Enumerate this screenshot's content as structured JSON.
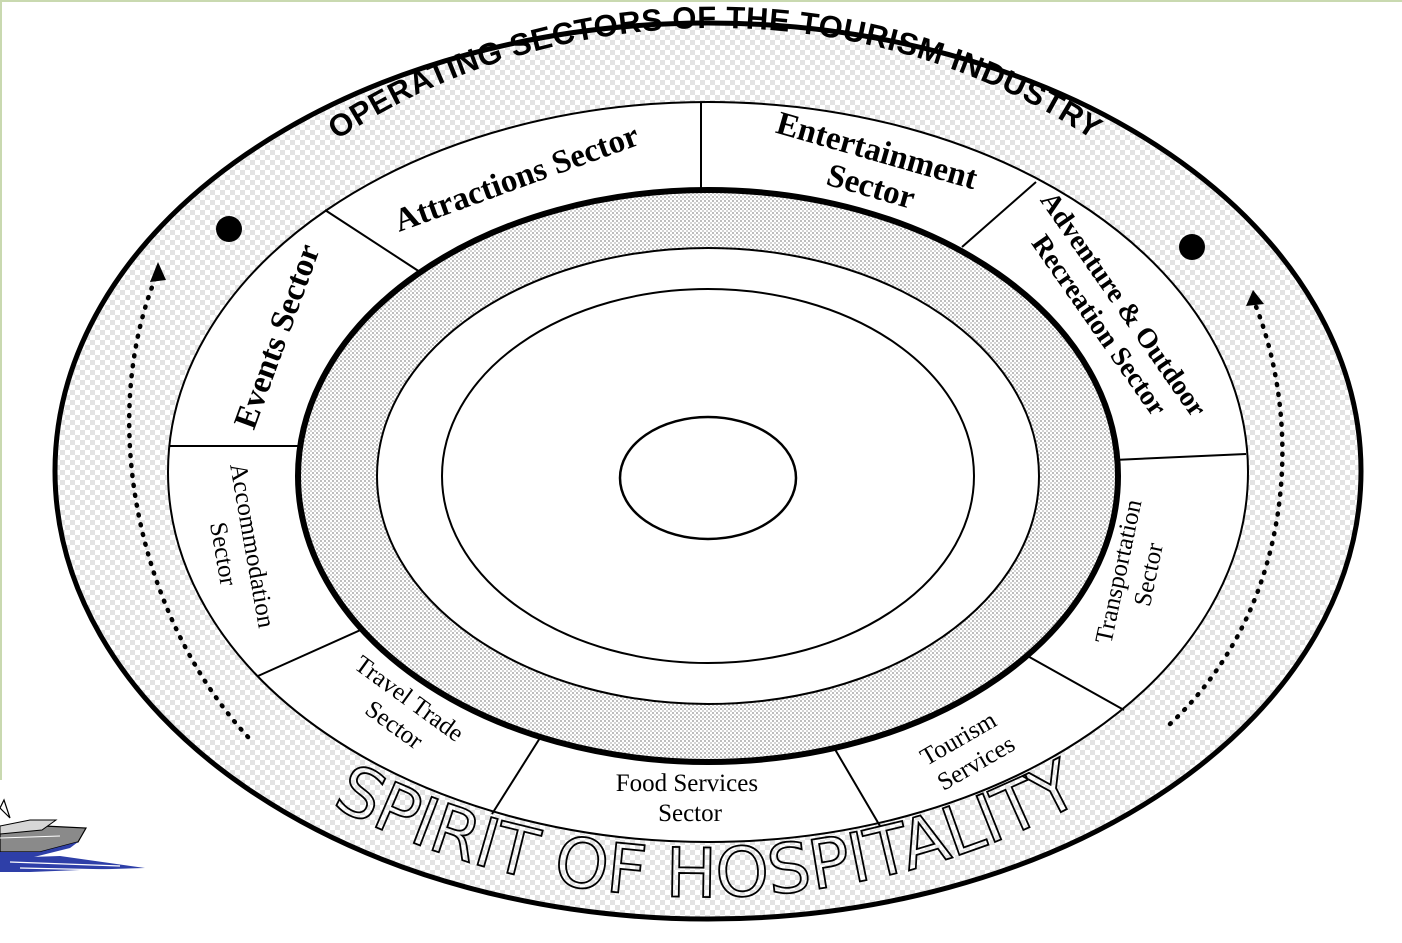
{
  "title": "OPERATING SECTORS OF THE TOURISM INDUSTRY",
  "footer": "SPIRIT OF HOSPITALITY",
  "colors": {
    "ink": "#000000",
    "background": "#ffffff",
    "pattern_light": "#e6e6e6",
    "pattern_dark": "#c9c9c9",
    "frame": "#c9d9b0",
    "boat_hull": "#2e3fa8"
  },
  "sectors": [
    {
      "key": "attractions",
      "lines": [
        "Attractions Sector"
      ]
    },
    {
      "key": "entertainment",
      "lines": [
        "Entertainment",
        "Sector"
      ]
    },
    {
      "key": "adventure",
      "lines": [
        "Adventure & Outdoor",
        "Recreation Sector"
      ]
    },
    {
      "key": "transportation",
      "lines": [
        "Transportation",
        "Sector"
      ]
    },
    {
      "key": "tourism_services",
      "lines": [
        "Tourism",
        "Services"
      ]
    },
    {
      "key": "food_services",
      "lines": [
        "Food Services",
        "Sector"
      ]
    },
    {
      "key": "travel_trade",
      "lines": [
        "Travel Trade",
        "Sector"
      ]
    },
    {
      "key": "accommodation",
      "lines": [
        "Accommodation",
        "Sector"
      ]
    },
    {
      "key": "events",
      "lines": [
        "Events Sector"
      ]
    }
  ],
  "icons": {
    "bullets": "filled-circle-icon",
    "arrows": "dotted-arrow-icon",
    "corner_image": "speedboat-icon"
  }
}
